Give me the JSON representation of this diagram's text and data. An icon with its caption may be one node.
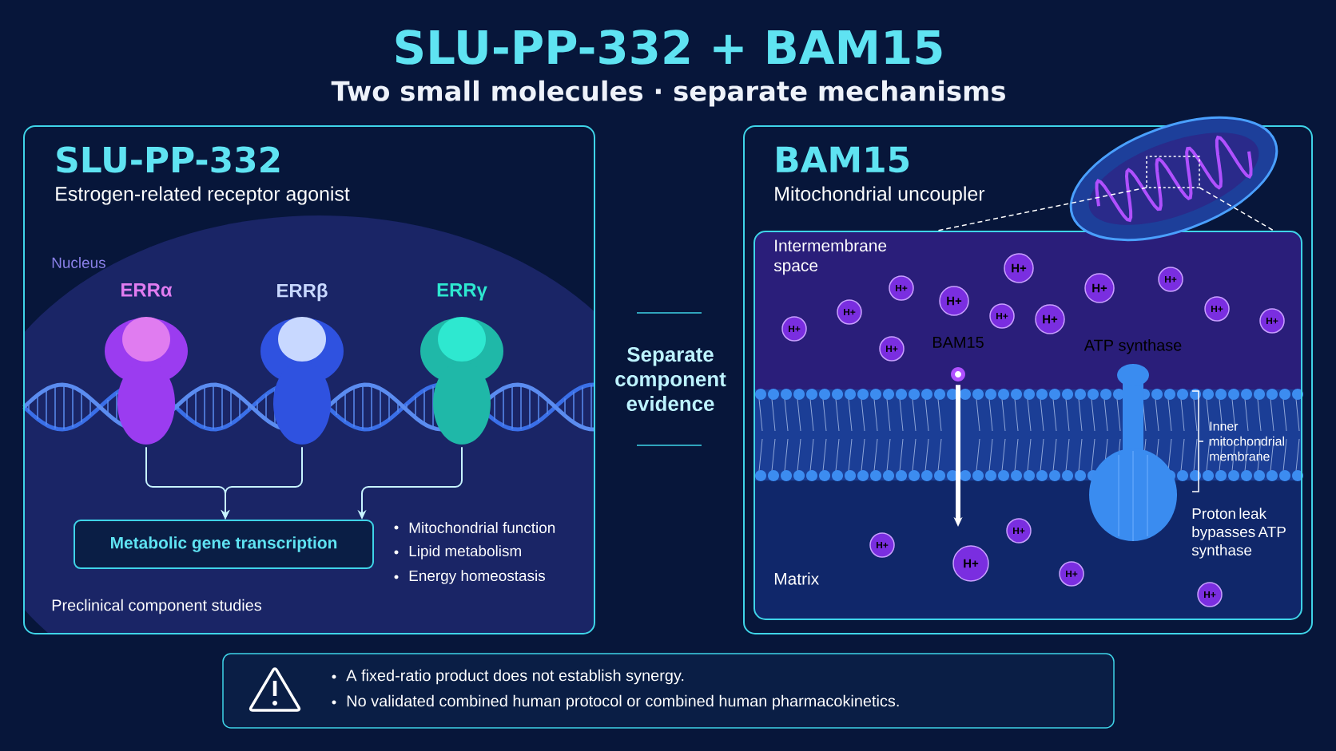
{
  "diagram": {
    "title": "SLU-PP-332 + BAM15",
    "nodes": [
      {
        "text": [
          "SLU-PP-332",
          "Estrogen-related receptor agonist"
        ]
      },
      {
        "text": [
          "ERRα"
        ],
        "in": 0
      },
      {
        "text": [
          "ERRβ"
        ],
        "in": 0
      },
      {
        "text": [
          "ERRγ"
        ],
        "in": 0
      },
      {
        "text": [
          "Metabolic gene transcription"
        ],
        "in": 0
      },
      {
        "text": [
          "BAM15",
          "Mitochondrial uncoupler"
        ]
      },
      {
        "text": [
          "Intermembrane space",
          "Matrix"
        ],
        "in": 5
      },
      {
        "text": [],
        "shape": "picture"
      },
      {
        "text": [
          "BAM15"
        ],
        "in": 6
      },
      {
        "text": [
          "ATP synthase"
        ],
        "in": 6
      },
      {
        "text": [
          "A fixed-ratio product does not establish synergy.",
          "No validated combined human protocol or combined human pharmacokinetics."
        ]
      },
      {
        "text": [
          "H+"
        ],
        "in": 6
      },
      {
        "text": [
          "H+"
        ],
        "in": 6
      },
      {
        "text": [
          "H+"
        ],
        "in": 6
      },
      {
        "text": [
          "H+"
        ],
        "in": 6
      },
      {
        "text": [
          "H+"
        ],
        "in": 6
      },
      {
        "text": [
          "H+"
        ],
        "in": 6
      },
      {
        "text": [
          "H+"
        ],
        "in": 6
      },
      {
        "text": [
          "H+"
        ],
        "in": 6
      },
      {
        "text": [
          "H+"
        ],
        "in": 6
      },
      {
        "text": [
          "H+"
        ],
        "in": 6
      },
      {
        "text": [
          "H+"
        ],
        "in": 6
      },
      {
        "text": [
          "H+"
        ],
        "in": 6
      },
      {
        "text": [
          "H+"
        ],
        "in": 6
      },
      {
        "text": [
          "H+"
        ],
        "in": 6
      },
      {
        "text": [
          "H+"
        ],
        "in": 6
      },
      {
        "text": [
          "H+"
        ],
        "in": 6
      },
      {
        "text": [
          "H+"
        ],
        "in": 6
      }
    ],
    "edges": [
      {
        "from": 1,
        "to": 4,
        "arrow": "to"
      },
      {
        "from": 2,
        "to": 4,
        "arrow": "to"
      },
      {
        "from": 3,
        "to": 4,
        "arrow": "to"
      },
      {
        "from": 7,
        "to": 6,
        "arrow": "none",
        "style": "dashed"
      },
      {
        "from": 7,
        "to": 6,
        "arrow": "none",
        "style": "dashed"
      },
      {
        "from": 8,
        "to": null,
        "arrow": "to",
        "style": "thick"
      }
    ],
    "labels": [
      "Two small molecules · separate mechanisms",
      "Nucleus",
      "Mitochondrial function",
      "Lipid metabolism",
      "Energy homeostasis",
      "Preclinical component studies",
      "Separate component evidence",
      "Inner mitochondrial membrane",
      "Proton leak bypasses ATP synthase"
    ]
  }
}
